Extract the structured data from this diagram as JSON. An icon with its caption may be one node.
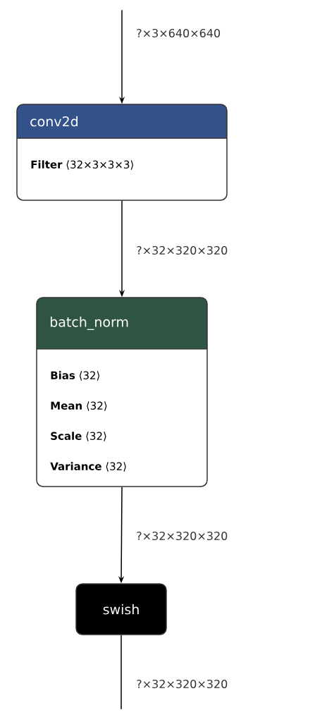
{
  "diagram": {
    "nodes": [
      {
        "text": [
          "conv2d",
          "**Filter** ⟨32×3×3×3⟩"
        ]
      },
      {
        "text": [
          "batch_norm",
          "**Bias** ⟨32⟩",
          "**Mean** ⟨32⟩",
          "**Scale** ⟨32⟩",
          "**Variance** ⟨32⟩"
        ]
      },
      {
        "text": [
          "swish"
        ]
      }
    ],
    "edges": [
      {
        "from": null,
        "to": 0,
        "arrow": "to",
        "label": "?×3×640×640"
      },
      {
        "from": 0,
        "to": 1,
        "arrow": "to",
        "label": "?×32×320×320"
      },
      {
        "from": 1,
        "to": 2,
        "arrow": "to",
        "label": "?×32×320×320"
      },
      {
        "from": 2,
        "to": null,
        "arrow": "none",
        "label": "?×32×320×320"
      }
    ]
  }
}
